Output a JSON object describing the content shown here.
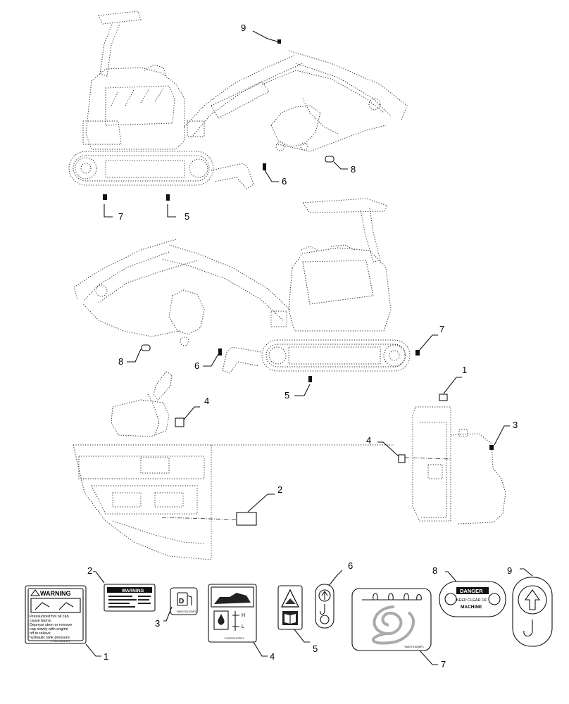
{
  "callouts": {
    "top_view": [
      "9",
      "8",
      "6",
      "7",
      "5"
    ],
    "middle_view": [
      "7",
      "8",
      "6",
      "5"
    ],
    "bucket_view": [
      "4"
    ],
    "tank_view": [
      "1",
      "3",
      "4"
    ],
    "panel_view": [
      "2"
    ],
    "decal_row": [
      "2",
      "3",
      "1",
      "4",
      "6",
      "5",
      "8",
      "9",
      "7"
    ]
  },
  "decals": {
    "warning_hot_oil": {
      "header": "WARNING",
      "lines": [
        "Pressurized hot oil can",
        "cause burns.",
        "Depress stem or remove",
        "cap slowly with engine",
        "off to relieve",
        "hydraulic tank pressure."
      ],
      "part_no": "YT00T01414P1"
    },
    "warning_small": {
      "header": "WARNING"
    },
    "fuel": {
      "part_no": "PA00T01320P1"
    },
    "hydraulic_level": {
      "letters": [
        "H",
        "L"
      ],
      "part_no": "YY00T01373P1"
    },
    "danger": {
      "header": "DANGER",
      "line1": "KEEP CLEAR OF",
      "line2": "MACHINE"
    },
    "tie_down": {
      "part_no": "YA00T01606P1"
    }
  }
}
